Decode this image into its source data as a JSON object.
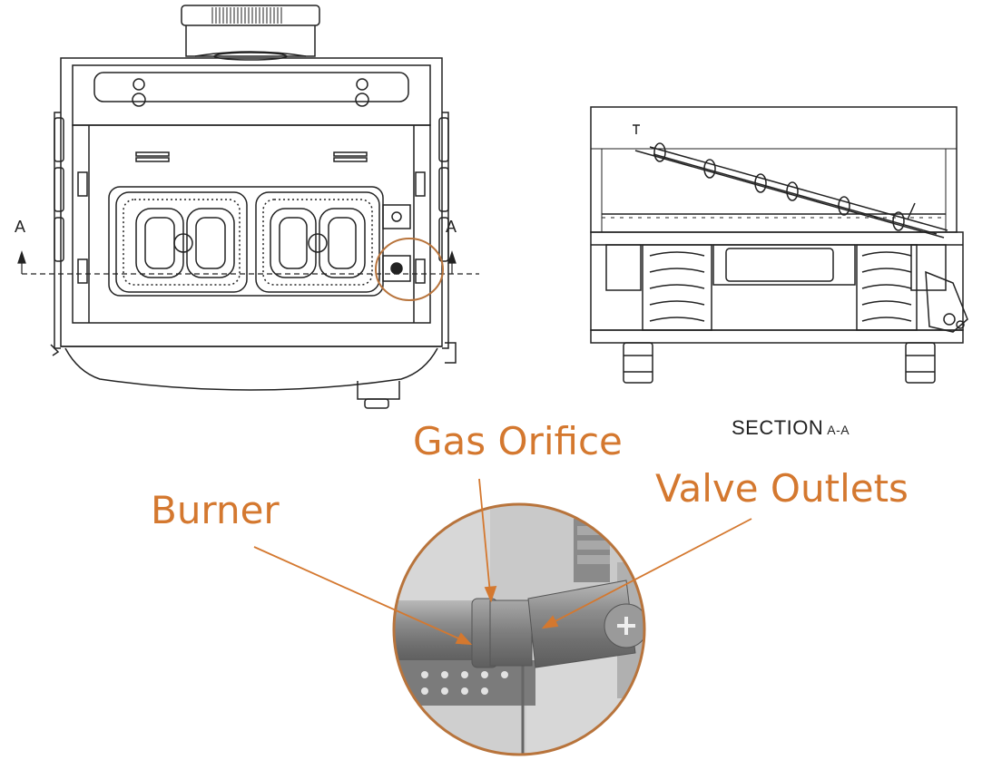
{
  "section_marker": {
    "left": "A",
    "right": "A"
  },
  "section_title": {
    "word": "SECTION",
    "sub": "A-A"
  },
  "callouts": {
    "burner": "Burner",
    "gas_orifice": "Gas Orifice",
    "valve_outlets": "Valve Outlets"
  },
  "colors": {
    "accent": "#D4782F",
    "highlight_ring": "#B8743C",
    "line": "#222222",
    "metal": "#8C8C8C"
  }
}
